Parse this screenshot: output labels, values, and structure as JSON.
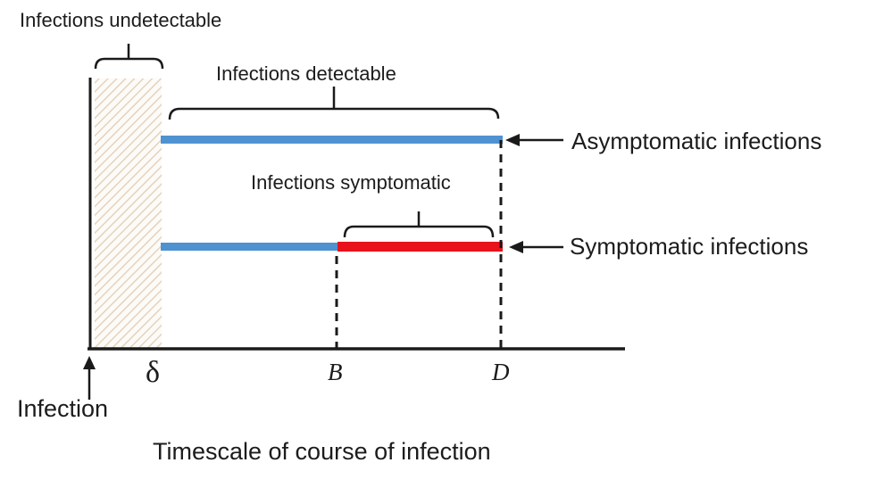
{
  "diagram": {
    "caption": "Timescale of course of infection",
    "labels": {
      "undetectable": "Infections undetectable",
      "detectable": "Infections detectable",
      "symptomatic_span": "Infections symptomatic",
      "asymptomatic_line": "Asymptomatic infections",
      "symptomatic_line": "Symptomatic infections",
      "origin": "Infection"
    },
    "axis": {
      "tick_delta": "δ",
      "tick_b": "B",
      "tick_d": "D"
    },
    "colors": {
      "detectable_bar": "#4f92d1",
      "symptomatic_bar": "#e8131b",
      "hatch_stroke": "#e4d3bd",
      "line": "#1a1a1a"
    }
  }
}
